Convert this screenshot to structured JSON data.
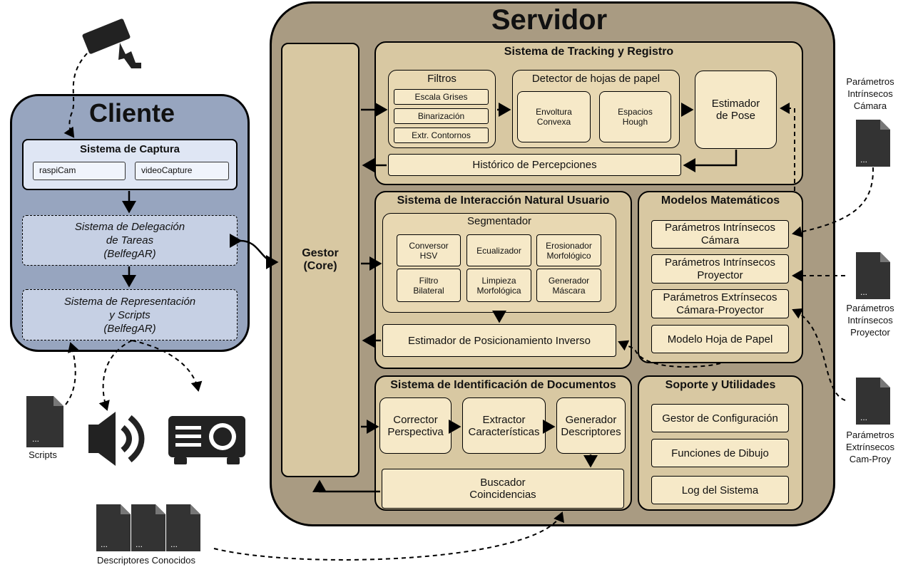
{
  "server": {
    "title": "Servidor",
    "gestor": "Gestor\n(Core)",
    "tracking": {
      "title": "Sistema de Tracking y Registro",
      "filtros": {
        "title": "Filtros",
        "items": [
          "Escala Grises",
          "Binarización",
          "Extr. Contornos"
        ]
      },
      "detector": {
        "title": "Detector de hojas de papel",
        "items": [
          "Envoltura\nConvexa",
          "Espacios\nHough"
        ]
      },
      "estimador": "Estimador\nde Pose",
      "historico": "Histórico de Percepciones"
    },
    "interaccion": {
      "title": "Sistema de Interacción Natural Usuario",
      "segmentador": {
        "title": "Segmentador",
        "items": [
          "Conversor\nHSV",
          "Ecualizador",
          "Erosionador\nMorfológico",
          "Filtro\nBilateral",
          "Limpieza\nMorfológica",
          "Generador\nMáscara"
        ]
      },
      "estimador_inverso": "Estimador de Posicionamiento Inverso"
    },
    "modelos": {
      "title": "Modelos Matemáticos",
      "items": [
        "Parámetros Intrínsecos\nCámara",
        "Parámetros Intrínsecos\nProyector",
        "Parámetros Extrínsecos\nCámara-Proyector",
        "Modelo Hoja de Papel"
      ]
    },
    "identificacion": {
      "title": "Sistema de Identificación de Documentos",
      "corrector": "Corrector\nPerspectiva",
      "extractor": "Extractor\nCaracterísticas",
      "generador": "Generador\nDescriptores",
      "buscador": "Buscador\nCoincidencias"
    },
    "soporte": {
      "title": "Soporte y Utilidades",
      "items": [
        "Gestor de Configuración",
        "Funciones de Dibujo",
        "Log del Sistema"
      ]
    }
  },
  "client": {
    "title": "Cliente",
    "captura": {
      "title": "Sistema de Captura",
      "items": [
        "raspiCam",
        "videoCapture"
      ]
    },
    "delegacion": "Sistema de Delegación\nde Tareas\n(BelfegAR)",
    "representacion": "Sistema de Representación\ny Scripts\n(BelfegAR)"
  },
  "external": {
    "scripts": "Scripts",
    "descriptores": "Descriptores Conocidos",
    "param_camara": "Parámetros\nIntrínsecos\nCámara",
    "param_proyector": "Parámetros\nIntrínsecos\nProyector",
    "param_extrinsecos": "Parámetros\nExtrínsecos\nCam-Proy",
    "file_mark": "..."
  },
  "icons": [
    "camera-icon",
    "speaker-icon",
    "projector-icon",
    "document-icon"
  ],
  "colors": {
    "server_bg": "#a99b82",
    "client_bg": "#97a5bf",
    "panel": "#e8d8b2",
    "box": "#f6e9c8",
    "capture_box": "#dfe6f4"
  }
}
